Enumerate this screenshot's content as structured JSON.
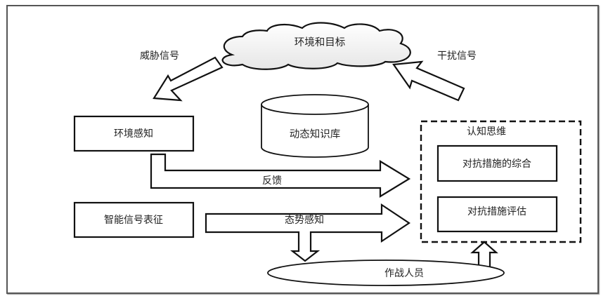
{
  "diagram": {
    "environment": "环境和目标",
    "threat_signal": "威胁信号",
    "interference_signal": "干扰信号",
    "env_perception": "环境感知",
    "knowledge_base": "动态知识库",
    "feedback": "反馈",
    "intelligent_signal": "智能信号表征",
    "situation_awareness": "态势感知",
    "cognitive_thinking": {
      "title": "认知思维",
      "items": [
        "对抗措施的综合",
        "对抗措施评估"
      ]
    },
    "operators": "作战人员"
  }
}
